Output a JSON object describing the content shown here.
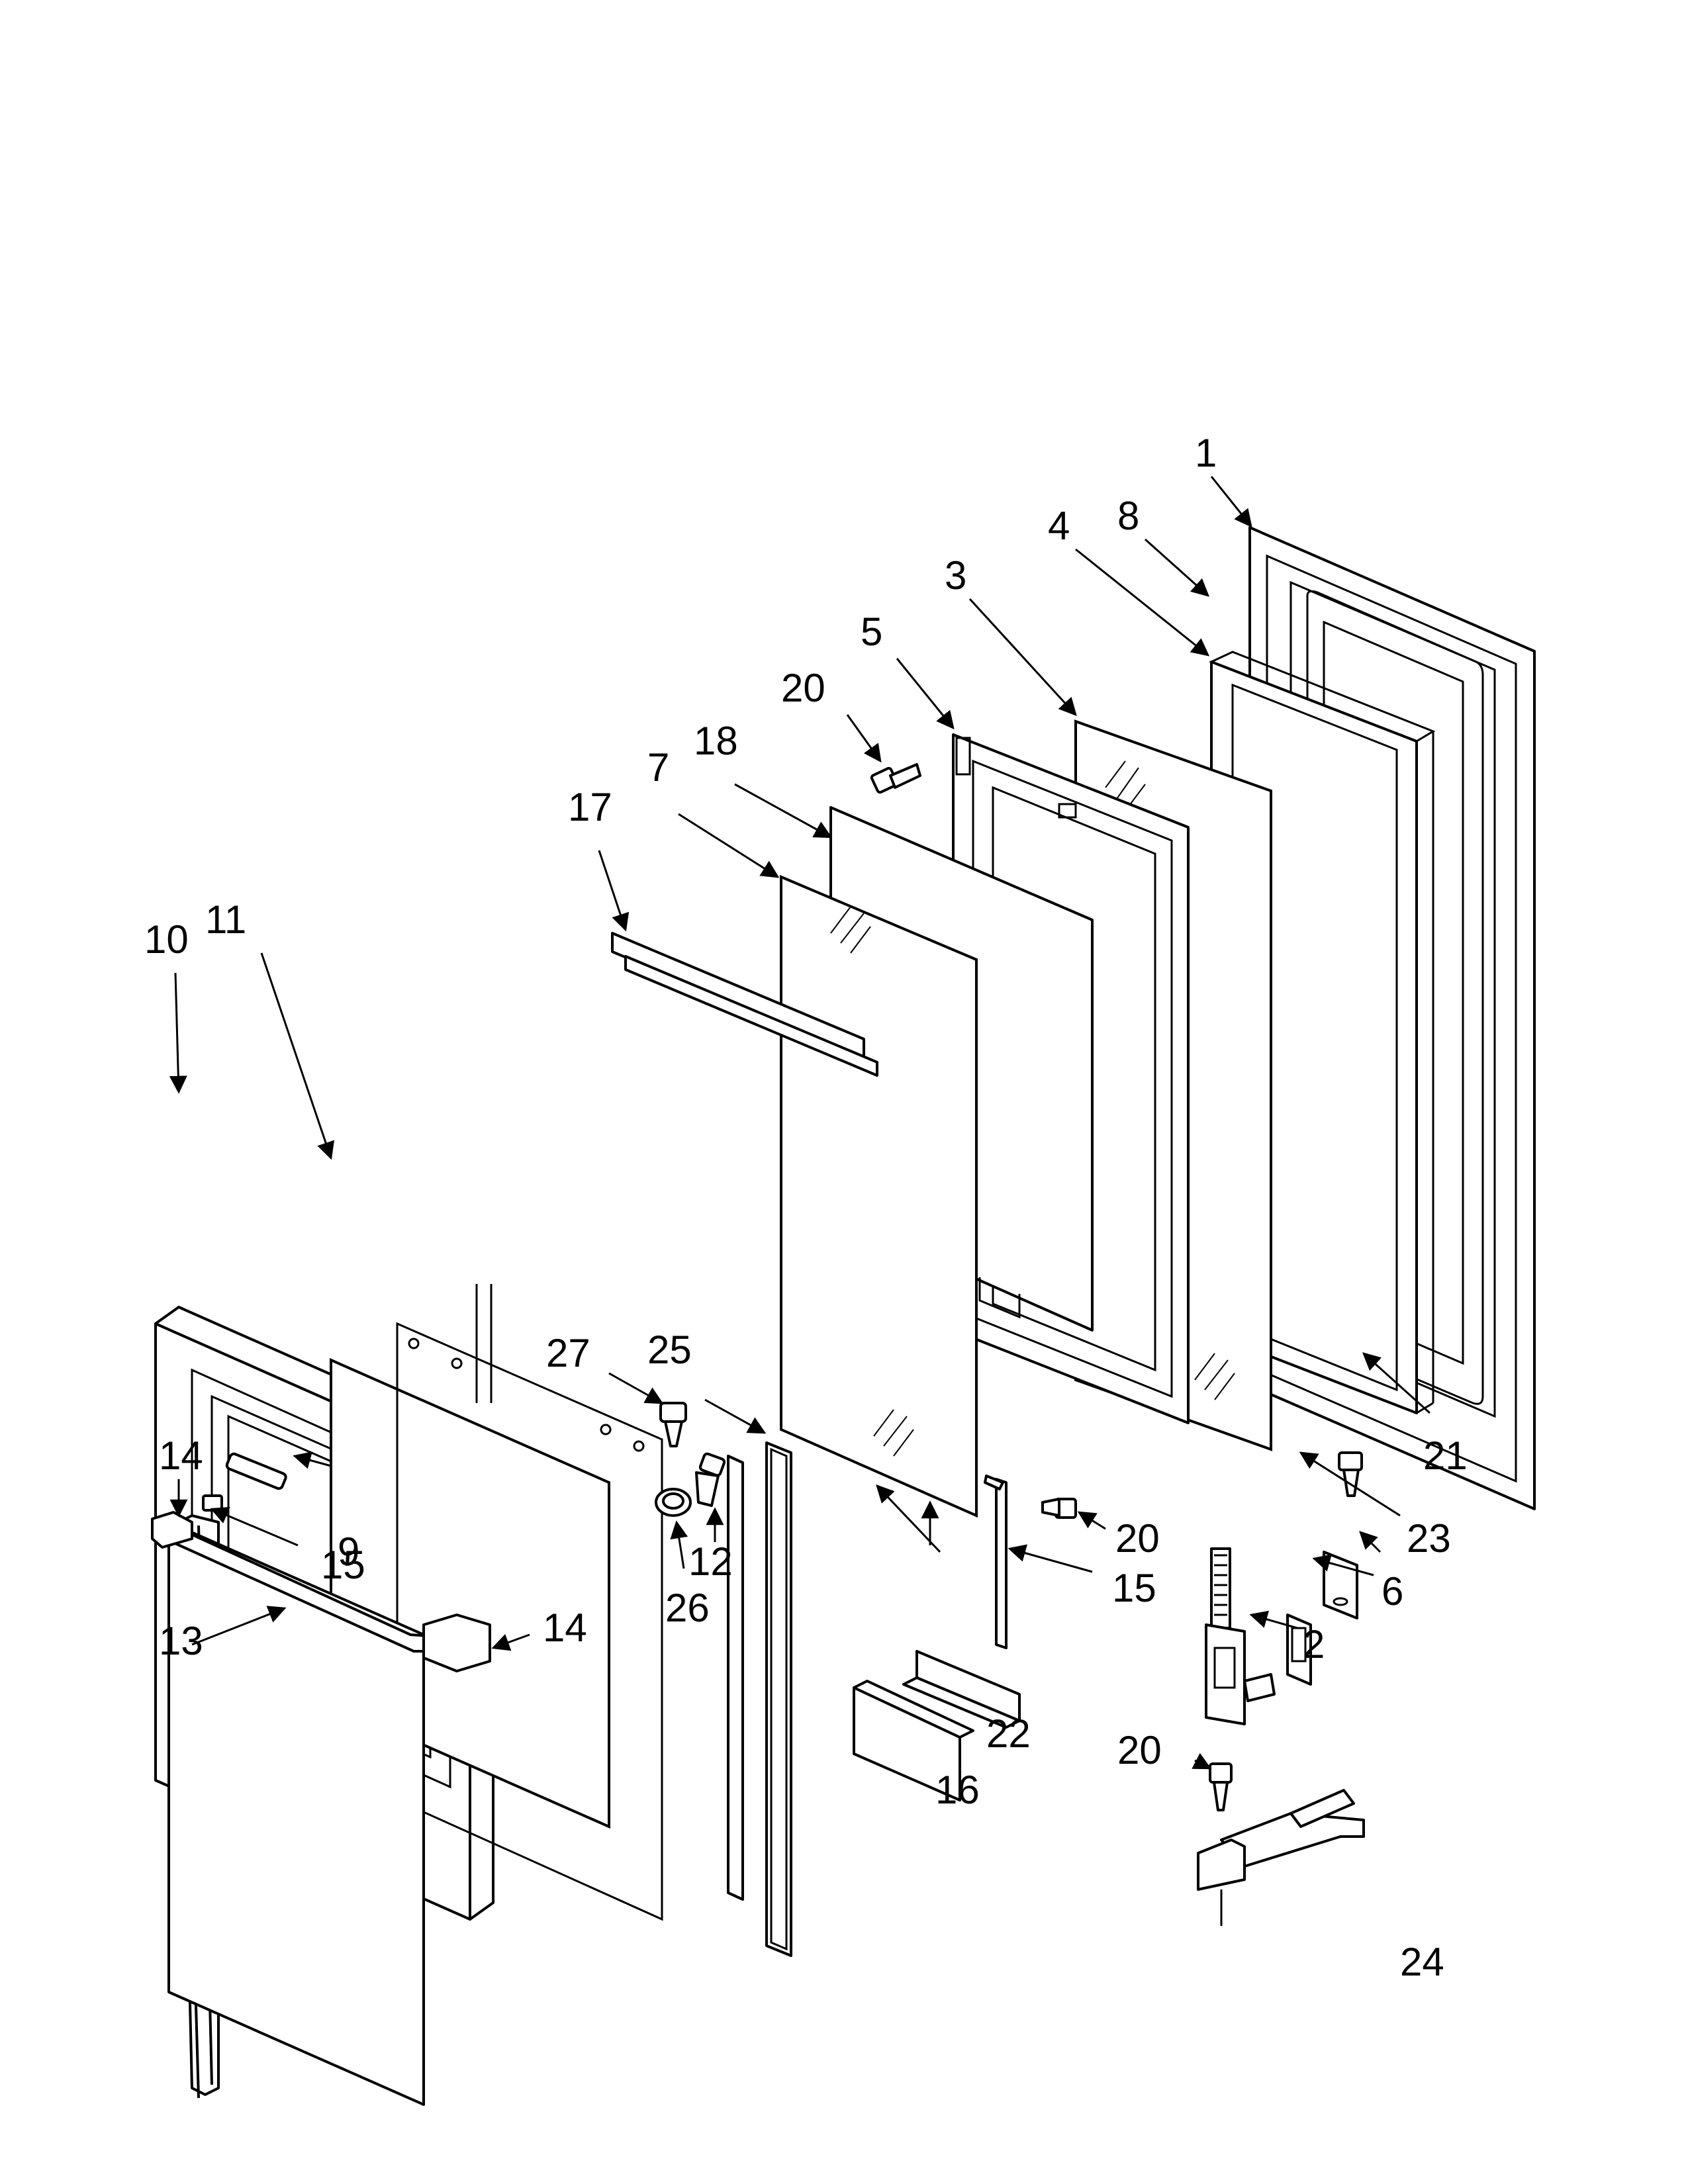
{
  "diagram": {
    "callouts": [
      {
        "id": "c1",
        "label": "1"
      },
      {
        "id": "c2",
        "label": "2"
      },
      {
        "id": "c3",
        "label": "3"
      },
      {
        "id": "c4",
        "label": "4"
      },
      {
        "id": "c5",
        "label": "5"
      },
      {
        "id": "c6",
        "label": "6"
      },
      {
        "id": "c7",
        "label": "7"
      },
      {
        "id": "c8",
        "label": "8"
      },
      {
        "id": "c9",
        "label": "9"
      },
      {
        "id": "c10",
        "label": "10"
      },
      {
        "id": "c11",
        "label": "11"
      },
      {
        "id": "c12",
        "label": "12"
      },
      {
        "id": "c13",
        "label": "13"
      },
      {
        "id": "c14a",
        "label": "14"
      },
      {
        "id": "c14b",
        "label": "14"
      },
      {
        "id": "c15",
        "label": "15"
      },
      {
        "id": "c16",
        "label": "16"
      },
      {
        "id": "c17",
        "label": "17"
      },
      {
        "id": "c18",
        "label": "18"
      },
      {
        "id": "c19",
        "label": "19"
      },
      {
        "id": "c20a",
        "label": "20"
      },
      {
        "id": "c20b",
        "label": "20"
      },
      {
        "id": "c20c",
        "label": "20"
      },
      {
        "id": "c21",
        "label": "21"
      },
      {
        "id": "c22",
        "label": "22"
      },
      {
        "id": "c23",
        "label": "23"
      },
      {
        "id": "c24",
        "label": "24"
      },
      {
        "id": "c25",
        "label": "25"
      },
      {
        "id": "c26",
        "label": "26"
      },
      {
        "id": "c27",
        "label": "27"
      }
    ]
  }
}
